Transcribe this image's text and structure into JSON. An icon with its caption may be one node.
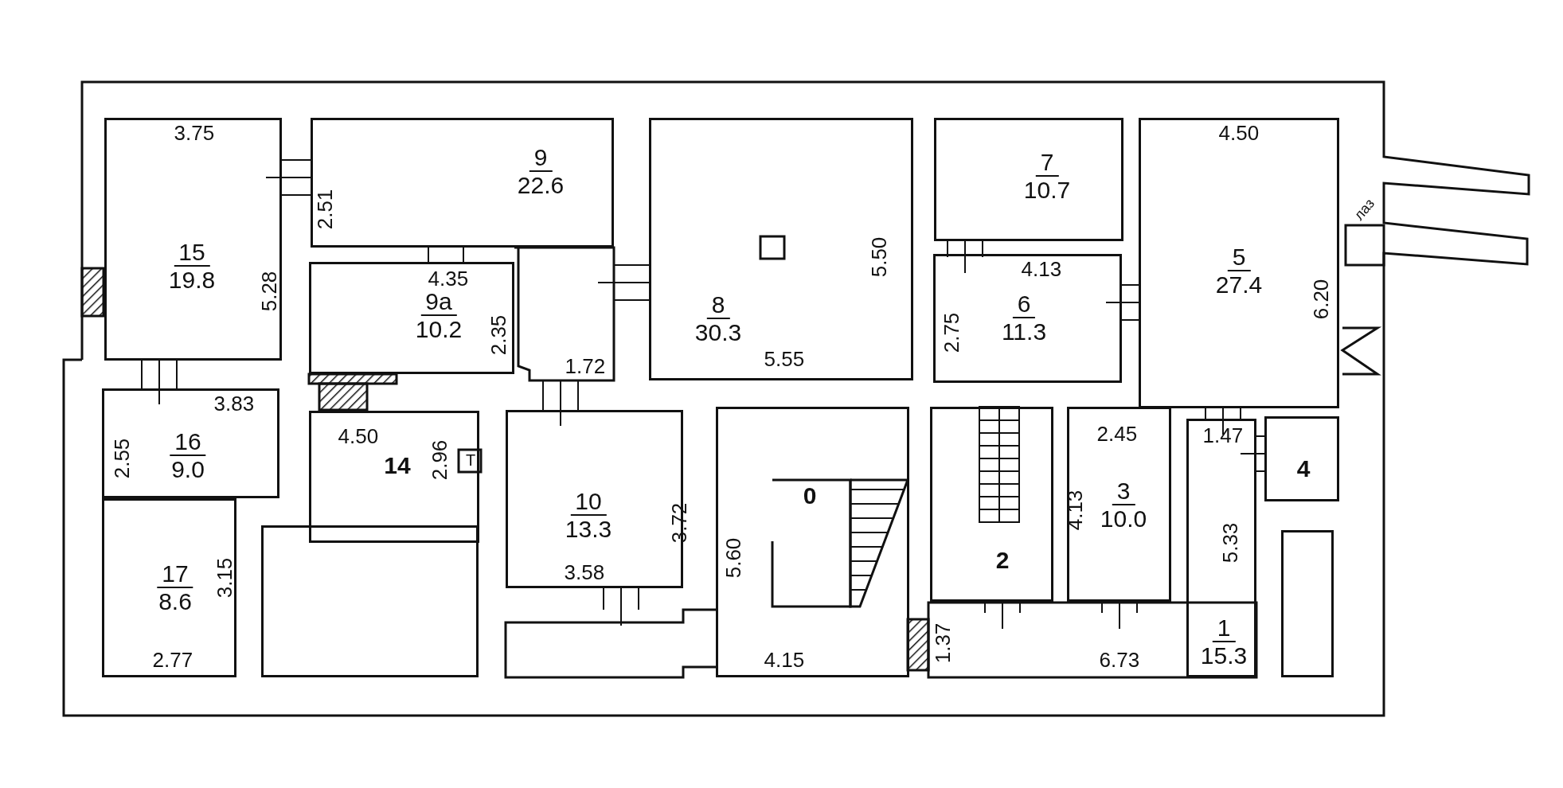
{
  "diagram": {
    "nodes": [
      {
        "text": [
          "15",
          "19.8"
        ]
      },
      {
        "text": [
          "9",
          "22.6"
        ]
      },
      {
        "text": [
          "9а",
          "10.2"
        ]
      },
      {
        "text": [
          "8",
          "30.3"
        ]
      },
      {
        "text": [
          "7",
          "10.7"
        ]
      },
      {
        "text": [
          "6",
          "11.3"
        ]
      },
      {
        "text": [
          "5",
          "27.4"
        ]
      },
      {
        "text": [
          "16",
          "9.0"
        ]
      },
      {
        "text": [
          "17",
          "8.6"
        ]
      },
      {
        "text": [
          "14"
        ]
      },
      {
        "text": [
          "10",
          "13.3"
        ]
      },
      {
        "text": [
          "0"
        ]
      },
      {
        "text": [
          "2"
        ]
      },
      {
        "text": [
          "3",
          "10.0"
        ]
      },
      {
        "text": [
          "1",
          "15.3"
        ]
      },
      {
        "text": [
          "4"
        ]
      },
      {
        "text": [],
        "shape": "box"
      },
      {
        "text": [],
        "shape": "box"
      }
    ],
    "labels": [
      "3.75",
      "4.50",
      "2.51",
      "5.28",
      "4.35",
      "5.50",
      "4.13",
      "2.35",
      "6.20",
      "лаз",
      "2.75",
      "5.55",
      "1.72",
      "3.83",
      "4.50",
      "2.45",
      "1.47",
      "2.55",
      "2.96",
      "Т",
      "3.72",
      "4.13",
      "5.60",
      "5.33",
      "3.15",
      "3.58",
      "1.37",
      "2.77",
      "4.15",
      "6.73"
    ]
  }
}
